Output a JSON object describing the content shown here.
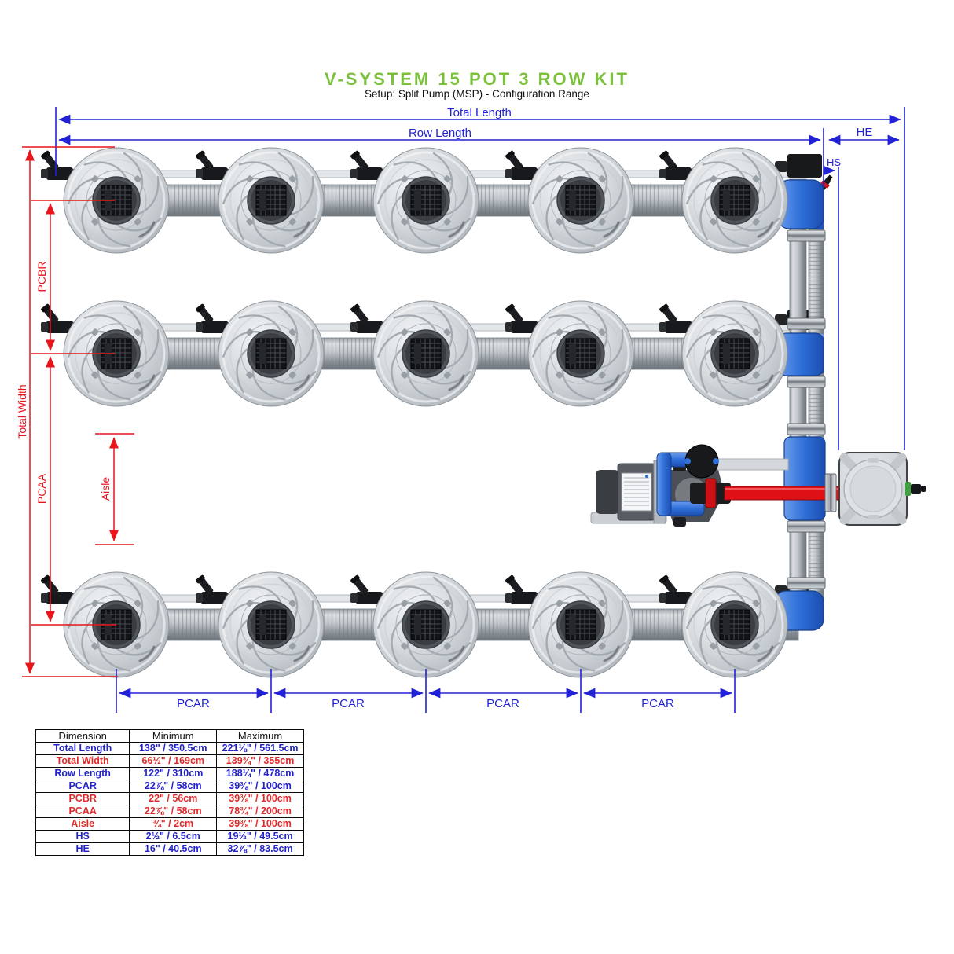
{
  "title": "V-SYSTEM 15 POT 3 ROW KIT",
  "subtitle": "Setup: Split Pump (MSP) - Configuration Range",
  "dims": {
    "total_length": "Total Length",
    "row_length": "Row Length",
    "he": "HE",
    "hs": "HS",
    "total_width": "Total Width",
    "pcbr": "PCBR",
    "pcaa": "PCAA",
    "aisle": "Aisle",
    "pcar": "PCAR"
  },
  "colors": {
    "dimension_blue": "#2121d6",
    "dimension_red": "#e8151c",
    "title_green": "#7cc13e",
    "fitting_blue": "#2e6fd8",
    "pipe_red": "#df1016"
  },
  "table": {
    "headers": [
      "Dimension",
      "Minimum",
      "Maximum"
    ],
    "rows": [
      {
        "name": "Total Length",
        "min": "138\" / 350.5cm",
        "max": "221⅛\" / 561.5cm"
      },
      {
        "name": "Total Width",
        "min": "66½\" / 169cm",
        "max": "139¾\" / 355cm"
      },
      {
        "name": "Row Length",
        "min": "122\" / 310cm",
        "max": "188¼\" / 478cm"
      },
      {
        "name": "PCAR",
        "min": "22⅞\" / 58cm",
        "max": "39⅜\" / 100cm"
      },
      {
        "name": "PCBR",
        "min": "22\" / 56cm",
        "max": "39⅜\" / 100cm"
      },
      {
        "name": "PCAA",
        "min": "22⅞\" / 58cm",
        "max": "78¾\" / 200cm"
      },
      {
        "name": "Aisle",
        "min": "¾\" / 2cm",
        "max": "39⅜\" / 100cm"
      },
      {
        "name": "HS",
        "min": "2½\" / 6.5cm",
        "max": "19½\" / 49.5cm"
      },
      {
        "name": "HE",
        "min": "16\" / 40.5cm",
        "max": "32⅞\" / 83.5cm"
      }
    ]
  }
}
